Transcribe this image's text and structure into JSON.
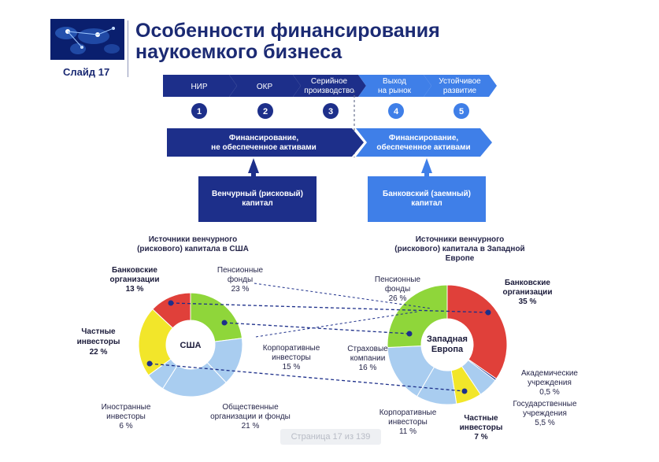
{
  "title": {
    "line1": "Особенности финансирования",
    "line2": "наукоемкого бизнеса"
  },
  "slide_label": "Слайд 17",
  "process": {
    "steps": [
      {
        "line1": "НИР",
        "line2": "",
        "num": "1"
      },
      {
        "line1": "ОКР",
        "line2": "",
        "num": "2"
      },
      {
        "line1": "Серийное",
        "line2": "производство",
        "num": "3"
      },
      {
        "line1": "Выход",
        "line2": "на рынок",
        "num": "4"
      },
      {
        "line1": "Устойчивое",
        "line2": "развитие",
        "num": "5"
      }
    ],
    "fin_left": {
      "line1": "Финансирование,",
      "line2": "не обеспеченное активами"
    },
    "fin_right": {
      "line1": "Финансирование,",
      "line2": "обеспеченное активами"
    },
    "venture_box": {
      "line1": "Венчурный (рисковый)",
      "line2": "капитал"
    },
    "bank_box": {
      "line1": "Банковский (заемный)",
      "line2": "капитал"
    }
  },
  "usa": {
    "heading": {
      "line1": "Источники венчурного",
      "line2": "(рискового) капитала в США"
    },
    "center": "США",
    "labels": {
      "banks": {
        "l1": "Банковские",
        "l2": "организации",
        "l3": "13 %"
      },
      "pension": {
        "l1": "Пенсионные",
        "l2": "фонды",
        "l3": "23 %"
      },
      "corporate": {
        "l1": "Корпоративные",
        "l2": "инвесторы",
        "l3": "15 %"
      },
      "public": {
        "l1": "Общественные",
        "l2": "организации и фонды",
        "l3": "21 %"
      },
      "foreign": {
        "l1": "Иностранные",
        "l2": "инвесторы",
        "l3": "6 %"
      },
      "private": {
        "l1": "Частные",
        "l2": "инвесторы",
        "l3": "22 %"
      }
    }
  },
  "europe": {
    "heading": {
      "line1": "Источники венчурного",
      "line2": "(рискового) капитала в Западной",
      "line3": "Европе"
    },
    "center": {
      "line1": "Западная",
      "line2": "Европа"
    },
    "labels": {
      "pension": {
        "l1": "Пенсионные",
        "l2": "фонды",
        "l3": "26 %"
      },
      "banks": {
        "l1": "Банковские",
        "l2": "организации",
        "l3": "35 %"
      },
      "insurance": {
        "l1": "Страховые",
        "l2": "компании",
        "l3": "16 %"
      },
      "academic": {
        "l1": "Академические",
        "l2": "учреждения",
        "l3": "0,5 %"
      },
      "state": {
        "l1": "Государственные",
        "l2": "учреждения",
        "l3": "5,5 %"
      },
      "corporate": {
        "l1": "Корпоративные",
        "l2": "инвесторы",
        "l3": "11 %"
      },
      "private": {
        "l1": "Частные",
        "l2": "инвесторы",
        "l3": "7 %"
      }
    }
  },
  "page_counter": "Страница 17 из 139",
  "colors": {
    "navy": "#1d2f8a",
    "blue": "#3f7fe8",
    "red": "#e0403a",
    "green": "#8fd63a",
    "yellow": "#f2e62a",
    "lightblue": "#a9cdf0"
  },
  "chart_data": [
    {
      "type": "pie",
      "title": "Источники венчурного (рискового) капитала в США",
      "center_label": "США",
      "categories": [
        "Пенсионные фонды",
        "Корпоративные инвесторы",
        "Общественные организации и фонды",
        "Иностранные инвесторы",
        "Частные инвесторы",
        "Банковские организации"
      ],
      "values": [
        23,
        15,
        21,
        6,
        22,
        13
      ],
      "unit": "%"
    },
    {
      "type": "pie",
      "title": "Источники венчурного (рискового) капитала в Западной Европе",
      "center_label": "Западная Европа",
      "categories": [
        "Банковские организации",
        "Академические учреждения",
        "Государственные учреждения",
        "Частные инвесторы",
        "Корпоративные инвесторы",
        "Страховые компании",
        "Пенсионные фонды"
      ],
      "values": [
        35,
        0.5,
        5.5,
        7,
        11,
        16,
        26
      ],
      "unit": "%"
    }
  ]
}
